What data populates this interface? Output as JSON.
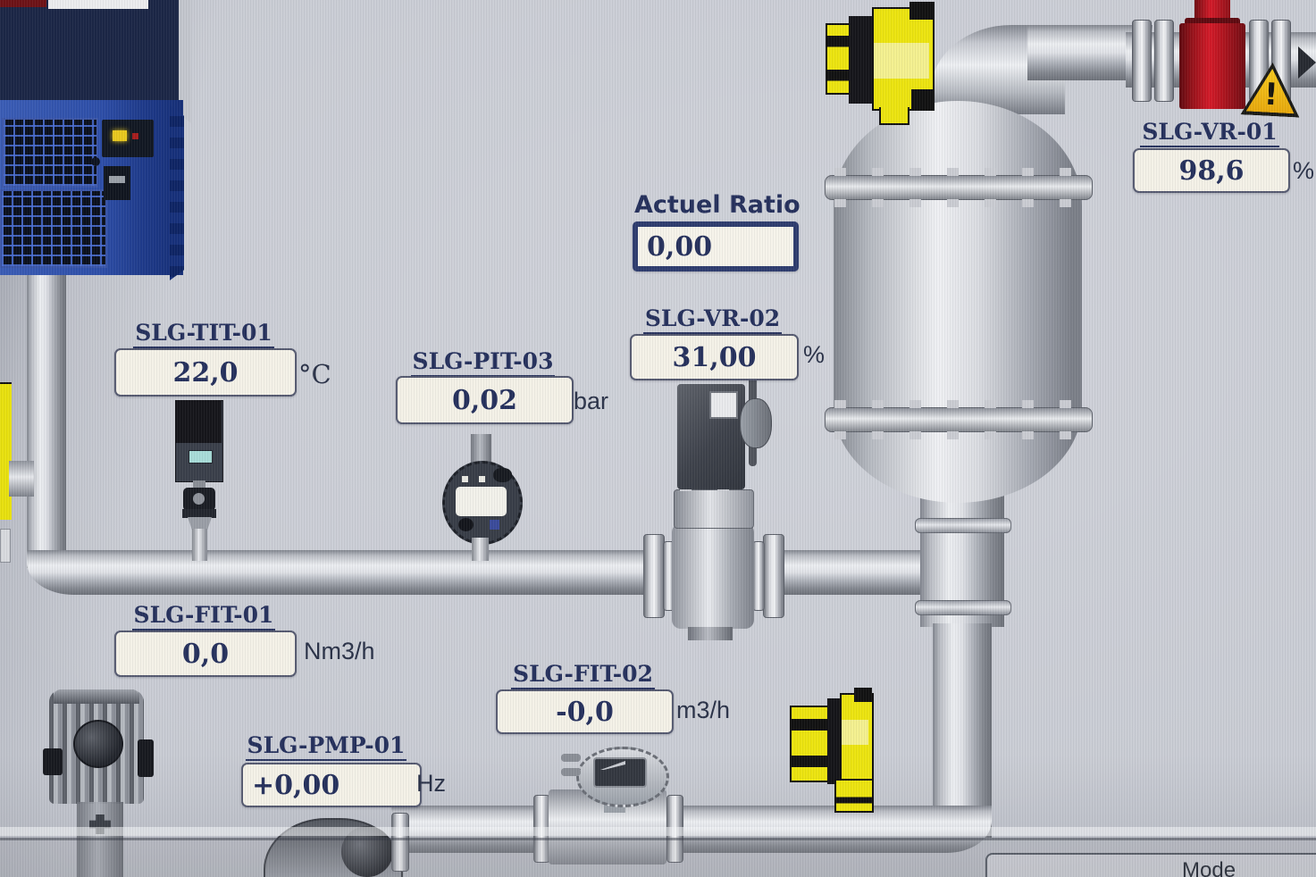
{
  "app": {
    "type": "scada-process-hmi"
  },
  "readouts": {
    "actuel_ratio": {
      "label": "Actuel Ratio",
      "value": "0,00",
      "unit": ""
    },
    "slg_tit_01": {
      "label": "SLG-TIT-01",
      "value": "22,0",
      "unit": "°C"
    },
    "slg_pit_03": {
      "label": "SLG-PIT-03",
      "value": "0,02",
      "unit": "bar"
    },
    "slg_vr_02": {
      "label": "SLG-VR-02",
      "value": "31,00",
      "unit": "%"
    },
    "slg_vr_01": {
      "label": "SLG-VR-01",
      "value": "98,6",
      "unit": "%"
    },
    "slg_fit_01": {
      "label": "SLG-FIT-01",
      "value": "0,0",
      "unit": "Nm3/h"
    },
    "slg_fit_02": {
      "label": "SLG-FIT-02",
      "value": "-0,0",
      "unit": "m3/h"
    },
    "slg_pmp_01": {
      "label": "SLG-PMP-01",
      "value": "+0,00",
      "unit": "Hz"
    }
  },
  "footer": {
    "mode_label": "Mode"
  },
  "icons": {
    "warning_exclamation": "!"
  },
  "colors": {
    "background": "#c8cbd3",
    "navy_text": "#25305c",
    "value_box_fill": "#f4f1e7",
    "alarm_valve_red": "#d31a28",
    "device_yellow": "#ece40f",
    "cabinet_blue": "#2d4ea8",
    "warning_yellow": "#f6c91e"
  }
}
